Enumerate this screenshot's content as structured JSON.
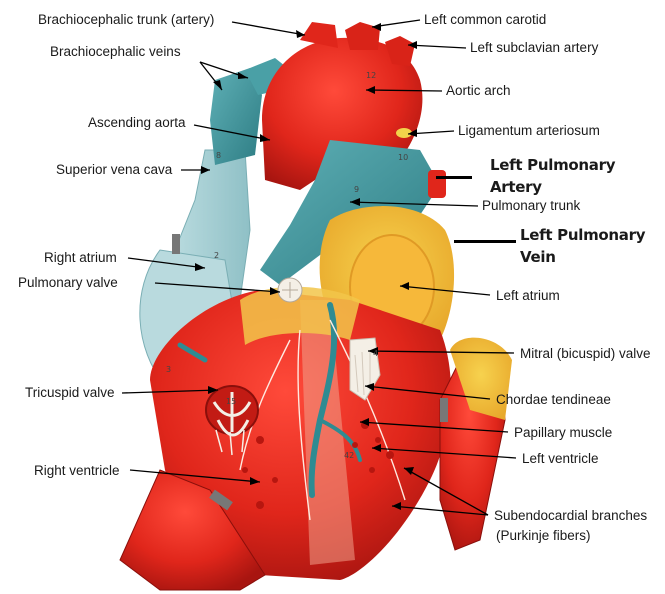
{
  "labels": {
    "brachiocephalic_trunk": "Brachiocephalic trunk (artery)",
    "brachiocephalic_veins": "Brachiocephalic veins",
    "ascending_aorta": "Ascending aorta",
    "superior_vena_cava": "Superior vena cava",
    "right_atrium": "Right atrium",
    "pulmonary_valve": "Pulmonary valve",
    "tricuspid_valve": "Tricuspid valve",
    "right_ventricle": "Right ventricle",
    "left_common_carotid": "Left common carotid",
    "left_subclavian_artery": "Left subclavian artery",
    "aortic_arch": "Aortic arch",
    "ligamentum_arteriosum": "Ligamentum arteriosum",
    "left_pulmonary_artery_line1": "Left Pulmonary",
    "left_pulmonary_artery_line2": "Artery",
    "pulmonary_trunk": "Pulmonary trunk",
    "left_pulmonary_vein_line1": "Left Pulmonary",
    "left_pulmonary_vein_line2": "Vein",
    "left_atrium": "Left atrium",
    "mitral_valve": "Mitral (bicuspid) valve",
    "chordae_tendineae": "Chordae tendineae",
    "papillary_muscle": "Papillary muscle",
    "left_ventricle": "Left ventricle",
    "subendocardial_line1": "Subendocardial branches",
    "subendocardial_line2": "(Purkinje fibers)"
  },
  "model_numbers": {
    "n12": "12",
    "n8": "8",
    "n10": "10",
    "n9": "9",
    "n2": "2",
    "n3": "3",
    "n4": "4",
    "n15": "15",
    "n42": "42"
  },
  "colors": {
    "artery_red": "#e0261b",
    "vein_teal": "#3a8f95",
    "atrium_blue": "#a8d0d4",
    "fat_yellow": "#f2d34a",
    "valve_white": "#f4efe6"
  }
}
